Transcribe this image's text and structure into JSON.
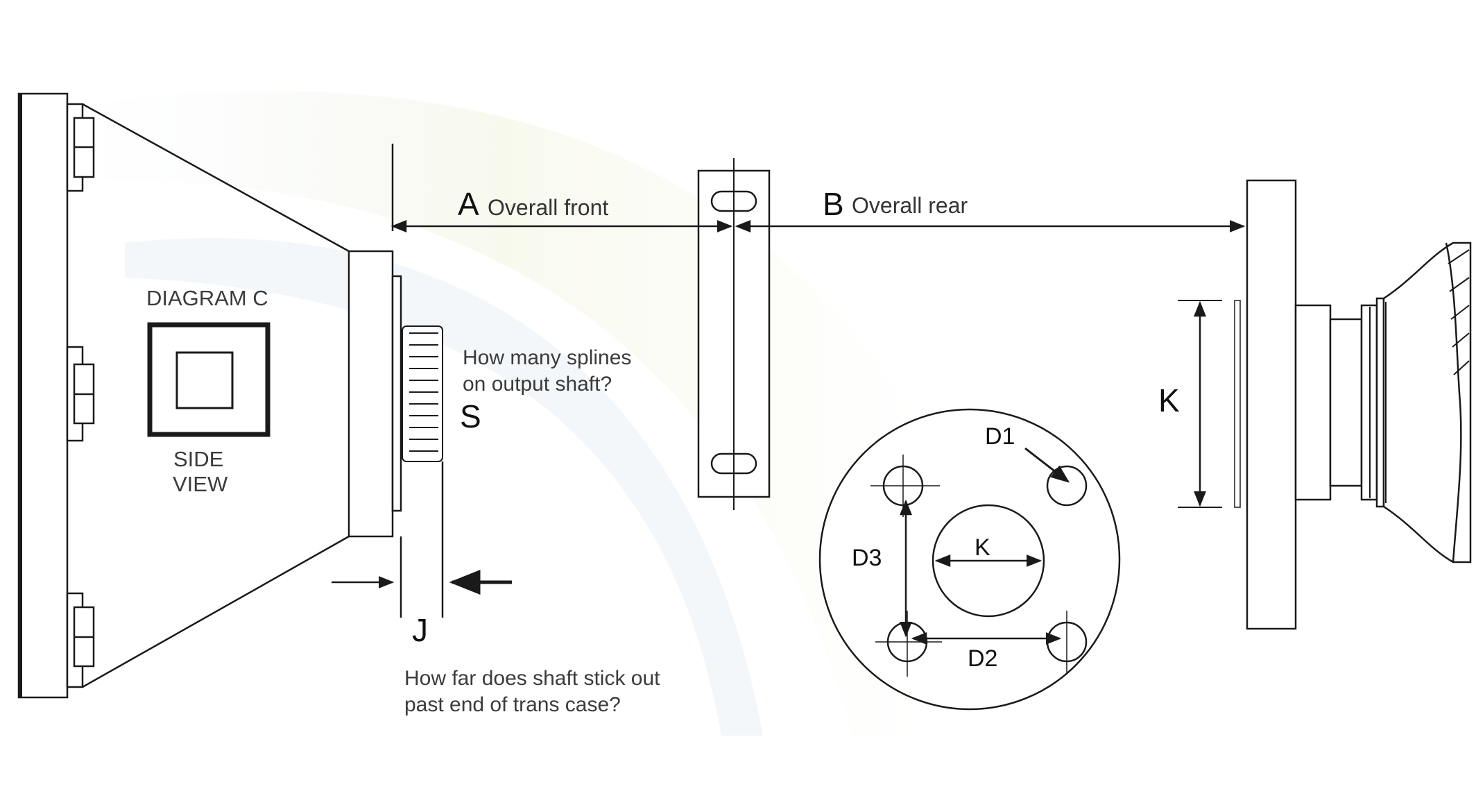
{
  "diagram": {
    "title_label": "DIAGRAM C",
    "view_label_line1": "SIDE",
    "view_label_line2": "VIEW",
    "dim_a": {
      "letter": "A",
      "caption": "Overall front"
    },
    "dim_b": {
      "letter": "B",
      "caption": "Overall rear"
    },
    "splines_question_line1": "How many splines",
    "splines_question_line2": "on output shaft?",
    "dim_s": "S",
    "dim_j": "J",
    "shaft_question_line1": "How far does shaft stick out",
    "shaft_question_line2": "past end of trans case?",
    "dim_k_side": "K",
    "flange": {
      "d1": "D1",
      "d2": "D2",
      "d3": "D3",
      "k": "K"
    }
  },
  "colors": {
    "ink": "#1a1a1a",
    "faint_ink": "#555555",
    "background": "#ffffff",
    "tint_band": "#f3f5e6"
  }
}
